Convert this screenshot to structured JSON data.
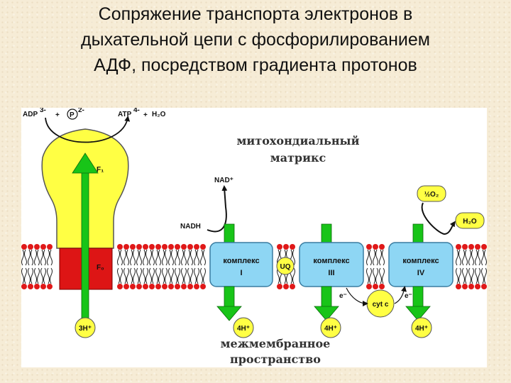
{
  "title": {
    "line1": "Сопряжение транспорта электронов в",
    "line2": "дыхательной цепи с фосфорилированием",
    "line3": "АДФ, посредством градиента протонов"
  },
  "diagram": {
    "reaction": {
      "adp": "ADP",
      "adp_charge": "3-",
      "plus1": "+",
      "pi": "P",
      "pi_charge": "2-",
      "atp": "ATP",
      "atp_charge": "4-",
      "plus2": "+",
      "water": "H₂O"
    },
    "matrix_label": {
      "line1": "митохондиальный",
      "line2": "матрикс"
    },
    "f1_label": "F₁",
    "f0_label": "F₀",
    "nad": "NAD⁺",
    "nadh": "NADH",
    "oxygen": "½O₂",
    "water_out": "H₂O",
    "complexes": [
      {
        "label": "комплекс",
        "number": "I"
      },
      {
        "label": "комплекс",
        "number": "III"
      },
      {
        "label": "комплекс",
        "number": "IV"
      }
    ],
    "ubiquinone": "UQ",
    "cytc": "cyt c",
    "electron": "e⁻",
    "protons": {
      "atp_synthase": "3H⁺",
      "complex1": "4H⁺",
      "complex3": "4H⁺",
      "complex4": "4H⁺"
    },
    "intermembrane_label": {
      "line1": "межмембранное",
      "line2": "пространство"
    }
  },
  "colors": {
    "background": "#f6ecd6",
    "synthase_yellow": "#ffff44",
    "f0_red": "#dd1515",
    "arrow_green": "#18c418",
    "complex_blue": "#8ed6f4",
    "lipid_head": "#e01818"
  }
}
